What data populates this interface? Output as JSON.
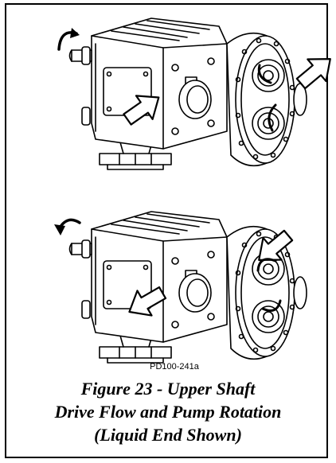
{
  "figure": {
    "part_number": "PD100-241a",
    "caption_lines": [
      "Figure 23 - Upper Shaft",
      "Drive Flow and Pump Rotation",
      "(Liquid End Shown)"
    ]
  },
  "icons": {
    "top_view": "pump-assembly-icon",
    "bottom_view": "pump-assembly-icon",
    "rotation": "curved-arrow-icon",
    "flow": "flow-arrow-icon"
  },
  "colors": {
    "line": "#000000",
    "background": "#ffffff"
  }
}
